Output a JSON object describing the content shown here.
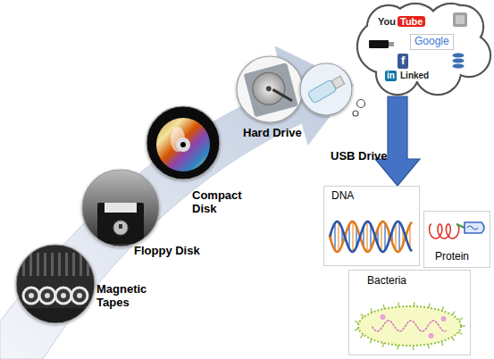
{
  "diagram": {
    "nodes": [
      {
        "text": [
          "Magnetic Tapes"
        ]
      },
      {
        "text": [
          "Floppy Disk"
        ]
      },
      {
        "text": [
          "Compact Disk"
        ]
      },
      {
        "text": [
          "Hard Drive"
        ]
      },
      {
        "text": [
          "USB Drive"
        ]
      },
      {
        "text": [
          "You",
          "Tube",
          "Google",
          "f",
          "in",
          "Linked"
        ]
      },
      {
        "text": [
          "DNA"
        ]
      },
      {
        "text": [
          "Protein"
        ]
      },
      {
        "text": [
          "Bacteria"
        ]
      }
    ],
    "edges": [
      {
        "from": 5,
        "to": 6,
        "arrow": "to"
      }
    ]
  }
}
